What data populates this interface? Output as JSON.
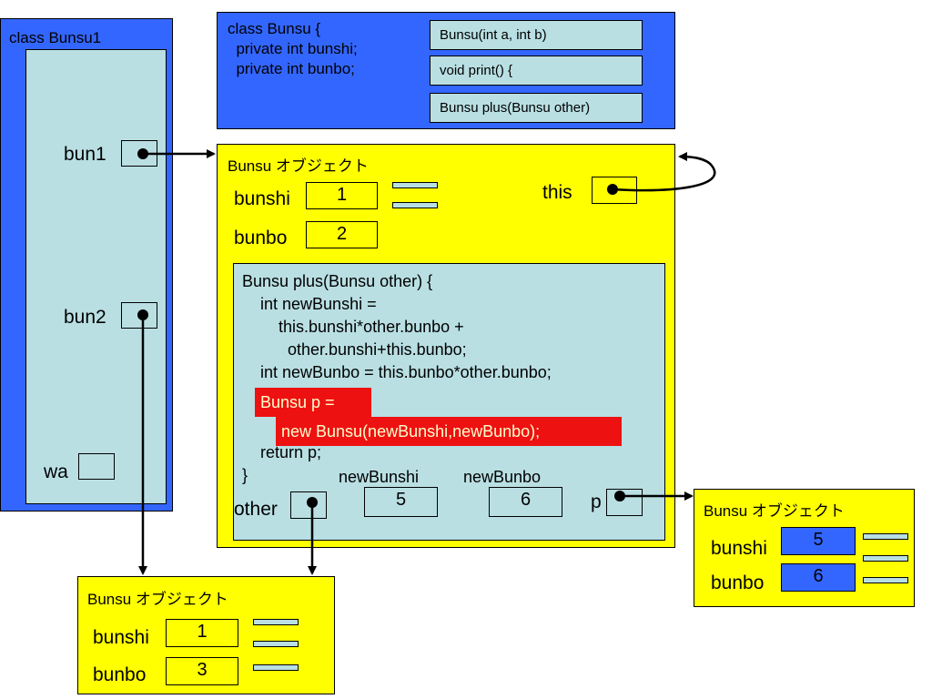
{
  "class_bunsu1": {
    "title": "class Bunsu1",
    "var_bun1": "bun1",
    "var_bun2": "bun2",
    "var_wa": "wa"
  },
  "class_bunsu": {
    "line1": "class Bunsu {",
    "line2": "  private int bunshi;",
    "line3": "  private int bunbo;",
    "methods": [
      "Bunsu(int a, int b)",
      "void print() {",
      "Bunsu plus(Bunsu other)"
    ]
  },
  "object_main": {
    "title": "Bunsu オブジェクト",
    "bunshi_label": "bunshi",
    "bunshi_value": "1",
    "bunbo_label": "bunbo",
    "bunbo_value": "2",
    "this_label": "this"
  },
  "method_plus": {
    "lines": [
      "Bunsu plus(Bunsu other) {",
      "    int newBunshi =",
      "        this.bunshi*other.bunbo +",
      "          other.bunshi+this.bunbo;",
      "    int newBunbo = this.bunbo*other.bunbo;"
    ],
    "highlight1": "Bunsu p =",
    "highlight2": "new Bunsu(newBunshi,newBunbo);",
    "return_line": "    return p;",
    "close_line": "}",
    "newBunshi_label": "newBunshi",
    "newBunshi_value": "5",
    "newBunbo_label": "newBunbo",
    "newBunbo_value": "6",
    "other_label": "other",
    "p_label": "p"
  },
  "object_other": {
    "title": "Bunsu オブジェクト",
    "bunshi_label": "bunshi",
    "bunshi_value": "1",
    "bunbo_label": "bunbo",
    "bunbo_value": "3"
  },
  "object_new": {
    "title": "Bunsu オブジェクト",
    "bunshi_label": "bunshi",
    "bunshi_value": "5",
    "bunbo_label": "bunbo",
    "bunbo_value": "6"
  },
  "colors": {
    "blue": "#3366ff",
    "cyan": "#b9dfe3",
    "yellow": "#ffff00",
    "highlight": "#ee1111"
  }
}
